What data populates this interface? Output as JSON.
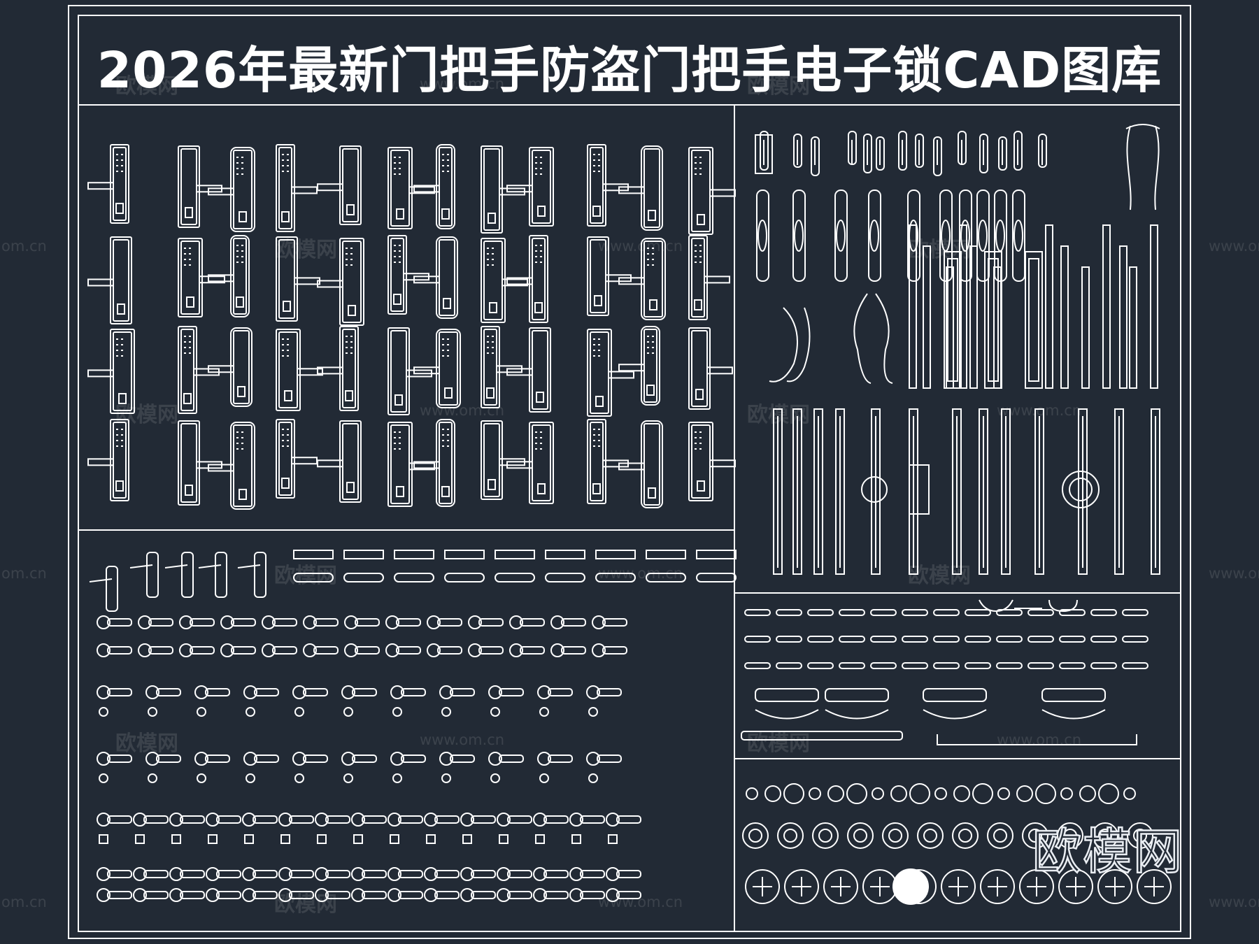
{
  "drawing": {
    "title": "2026年最新门把手防盗门把手电子锁CAD图库",
    "colors": {
      "background": "#222a35",
      "lines": "#ffffff"
    },
    "panels": [
      "smart-lock-panel",
      "long-handle-panel",
      "lever-handle-panel",
      "pull-handle-panel",
      "knob-knocker-panel"
    ]
  },
  "watermark": {
    "brand": "欧模网",
    "url": "www.om.cn",
    "url_edge": "om.cn",
    "url_cut": "www.o"
  }
}
